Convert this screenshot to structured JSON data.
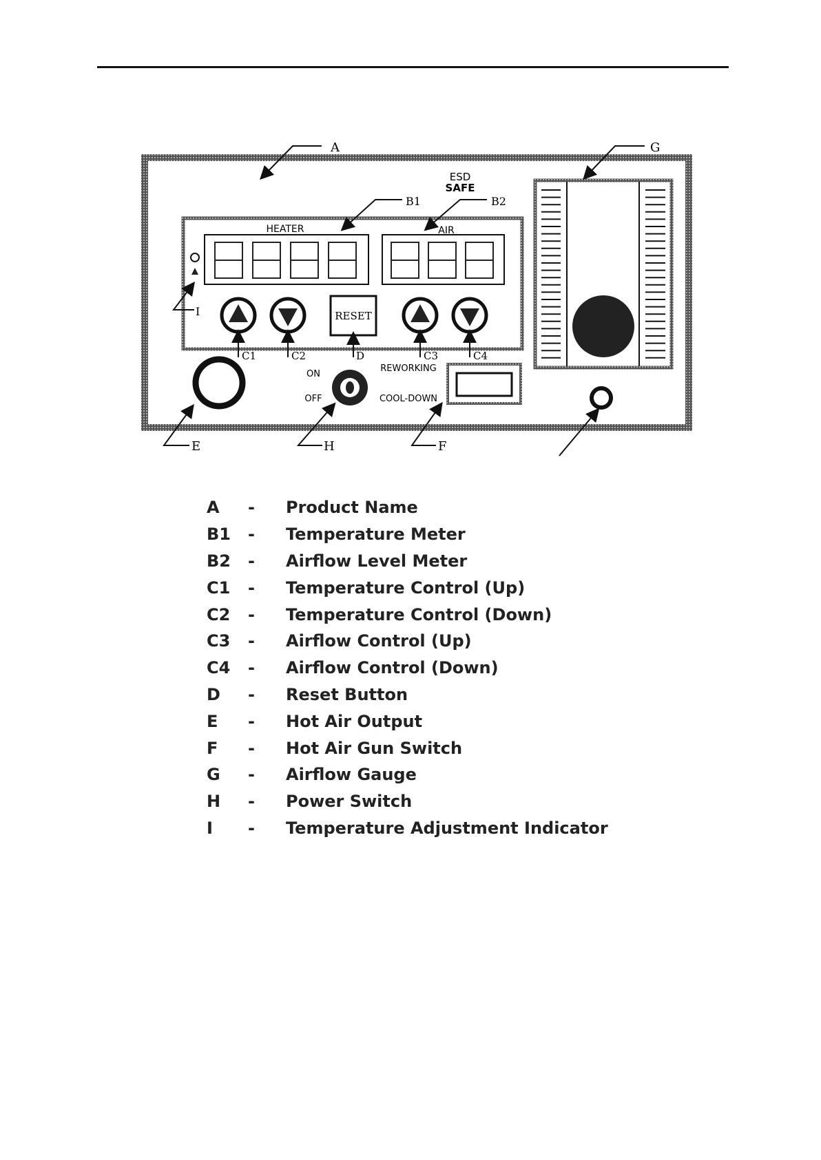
{
  "panel": {
    "esd_line1": "ESD",
    "esd_line2": "SAFE",
    "heater_label": "HEATER",
    "air_label": "AIR",
    "reset_label": "RESET",
    "on_label": "ON",
    "off_label": "OFF",
    "reworking_label": "REWORKING",
    "cooldown_label": "COOL-DOWN"
  },
  "callouts": {
    "A": "A",
    "B1": "B1",
    "B2": "B2",
    "C1": "C1",
    "C2": "C2",
    "C3": "C3",
    "C4": "C4",
    "D": "D",
    "E": "E",
    "F": "F",
    "G": "G",
    "H": "H",
    "I": "I"
  },
  "legend": [
    {
      "code": "A",
      "dash": "-",
      "desc": "Product Name"
    },
    {
      "code": "B1",
      "dash": "-",
      "desc": "Temperature Meter"
    },
    {
      "code": "B2",
      "dash": "-",
      "desc": "Airflow Level Meter"
    },
    {
      "code": "C1",
      "dash": "-",
      "desc": "Temperature Control (Up)"
    },
    {
      "code": "C2",
      "dash": "-",
      "desc": "Temperature Control (Down)"
    },
    {
      "code": "C3",
      "dash": "-",
      "desc": "Airflow Control (Up)"
    },
    {
      "code": "C4",
      "dash": "-",
      "desc": "Airflow Control (Down)"
    },
    {
      "code": "D",
      "dash": "-",
      "desc": "Reset Button"
    },
    {
      "code": "E",
      "dash": "-",
      "desc": "Hot Air Output"
    },
    {
      "code": "F",
      "dash": "-",
      "desc": "Hot Air Gun Switch"
    },
    {
      "code": "G",
      "dash": "-",
      "desc": "Airflow Gauge"
    },
    {
      "code": "H",
      "dash": "-",
      "desc": "Power Switch"
    },
    {
      "code": "I",
      "dash": "-",
      "desc": "Temperature Adjustment Indicator"
    }
  ]
}
